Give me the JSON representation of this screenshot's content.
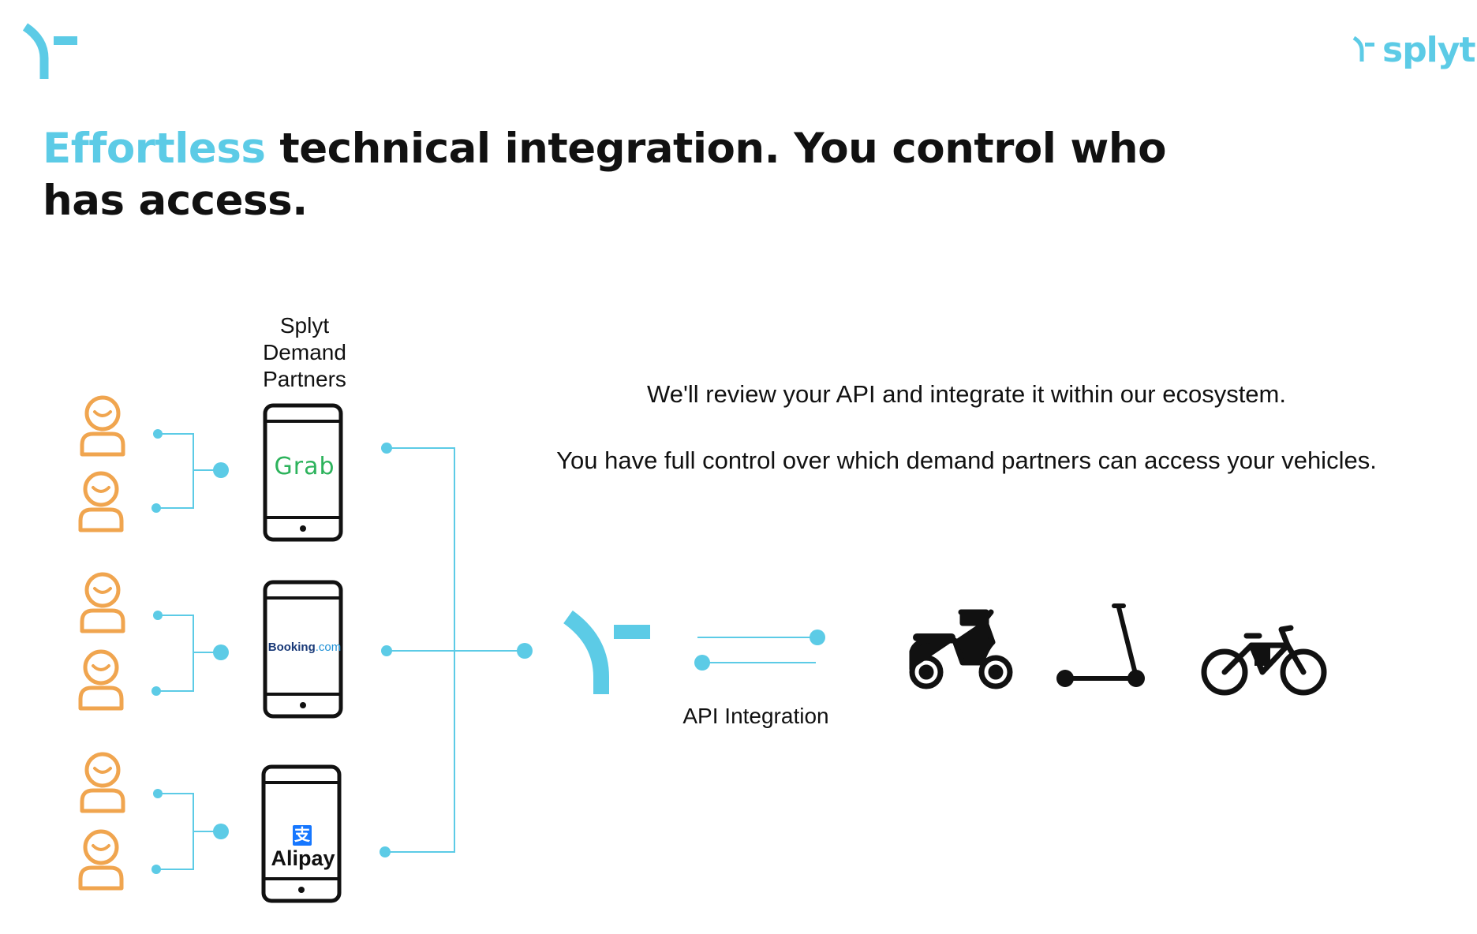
{
  "colors": {
    "accent": "#5ccbe6",
    "person": "#f0a54f",
    "device": "#111111",
    "grab": "#2db35c",
    "booking": "#1a3a78",
    "alipay": "#1677ff"
  },
  "header": {
    "wordmark": "splyt"
  },
  "title": {
    "accent_word": "Effortless",
    "rest": " technical  integration. You control who has access."
  },
  "partners": {
    "heading": "Splyt Demand Partners",
    "items": [
      {
        "brand": "Grab",
        "logo": "grab-logo"
      },
      {
        "brand_main": "Booking",
        "brand_suffix": ".com",
        "logo": "booking-logo"
      },
      {
        "brand_mark": "支",
        "brand": "Alipay",
        "logo": "alipay-logo"
      }
    ]
  },
  "description": {
    "line1": "We'll review your API and integrate it within our ecosystem.",
    "line2": "You have full control over which demand partners can access your vehicles."
  },
  "api": {
    "label": "API Integration"
  },
  "vehicles": [
    {
      "icon": "scooter-moped-icon"
    },
    {
      "icon": "kick-scooter-icon"
    },
    {
      "icon": "ebike-icon"
    }
  ]
}
